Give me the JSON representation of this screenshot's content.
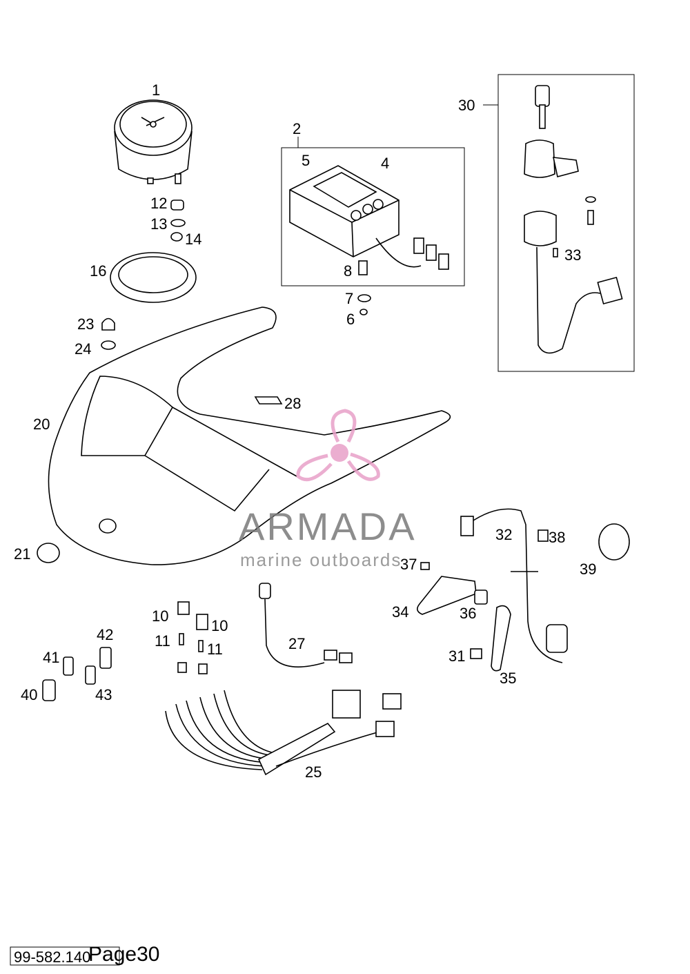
{
  "callouts": [
    {
      "n": "1"
    },
    {
      "n": "2"
    },
    {
      "n": "4"
    },
    {
      "n": "5"
    },
    {
      "n": "6"
    },
    {
      "n": "7"
    },
    {
      "n": "8"
    },
    {
      "n": "10"
    },
    {
      "n": "10"
    },
    {
      "n": "11"
    },
    {
      "n": "11"
    },
    {
      "n": "12"
    },
    {
      "n": "13"
    },
    {
      "n": "14"
    },
    {
      "n": "16"
    },
    {
      "n": "20"
    },
    {
      "n": "21"
    },
    {
      "n": "23"
    },
    {
      "n": "24"
    },
    {
      "n": "25"
    },
    {
      "n": "27"
    },
    {
      "n": "28"
    },
    {
      "n": "30"
    },
    {
      "n": "31"
    },
    {
      "n": "32"
    },
    {
      "n": "33"
    },
    {
      "n": "34"
    },
    {
      "n": "35"
    },
    {
      "n": "36"
    },
    {
      "n": "37"
    },
    {
      "n": "38"
    },
    {
      "n": "39"
    },
    {
      "n": "40"
    },
    {
      "n": "41"
    },
    {
      "n": "42"
    },
    {
      "n": "43"
    }
  ],
  "watermark": {
    "brand": "ARMADA",
    "tagline": "marine outboards",
    "color_pink": "#e8a0c8",
    "color_gray": "#7a7a7a"
  },
  "footer": {
    "code": "99-582.140",
    "page": "Page30"
  }
}
